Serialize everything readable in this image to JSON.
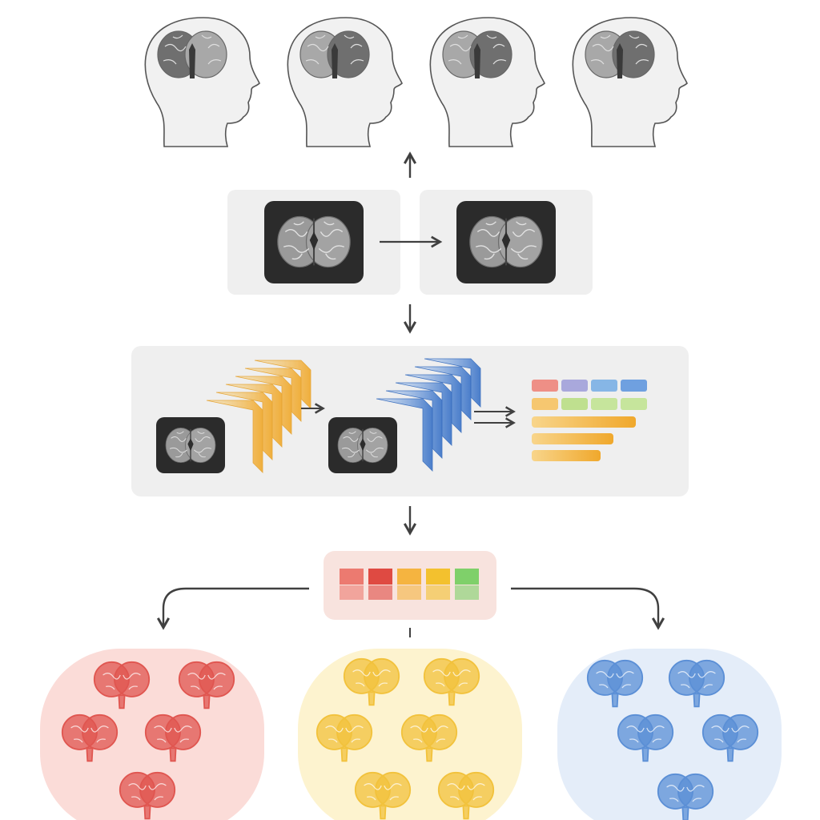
{
  "diagram": {
    "heads": [
      {
        "icon": "head-profile-with-brain-icon",
        "lesion": "left"
      },
      {
        "icon": "head-profile-with-brain-icon",
        "lesion": "right"
      },
      {
        "icon": "head-profile-with-brain-icon",
        "lesion": "right"
      },
      {
        "icon": "head-profile-with-brain-icon",
        "lesion": "right"
      }
    ],
    "scan_panel": {
      "left_scan": "brain-mri-scan-icon",
      "right_scan": "brain-mri-scan-icon"
    },
    "feature_panel": {
      "encoder_1_color": "#f2b63c",
      "encoder_2_color": "#4f86d6",
      "feature_cells": [
        "#ee8f86",
        "#a9a8dc",
        "#86b6e6",
        "#6fa0e0",
        "#f6c770",
        "#bfe08f",
        "#c6e59c",
        "#c6e59c"
      ]
    },
    "score_bar": {
      "cells": [
        "#ec7a70",
        "#df4a42",
        "#f5b440",
        "#f3c12e",
        "#7fd06a"
      ]
    },
    "clusters": [
      {
        "color": "#e05650",
        "fill": "#fbdcd8",
        "members": 5
      },
      {
        "color": "#f2c23c",
        "fill": "#fdf3cf",
        "members": 6
      },
      {
        "color": "#5b8fd6",
        "fill": "#e4edf9",
        "members": 5
      }
    ]
  }
}
